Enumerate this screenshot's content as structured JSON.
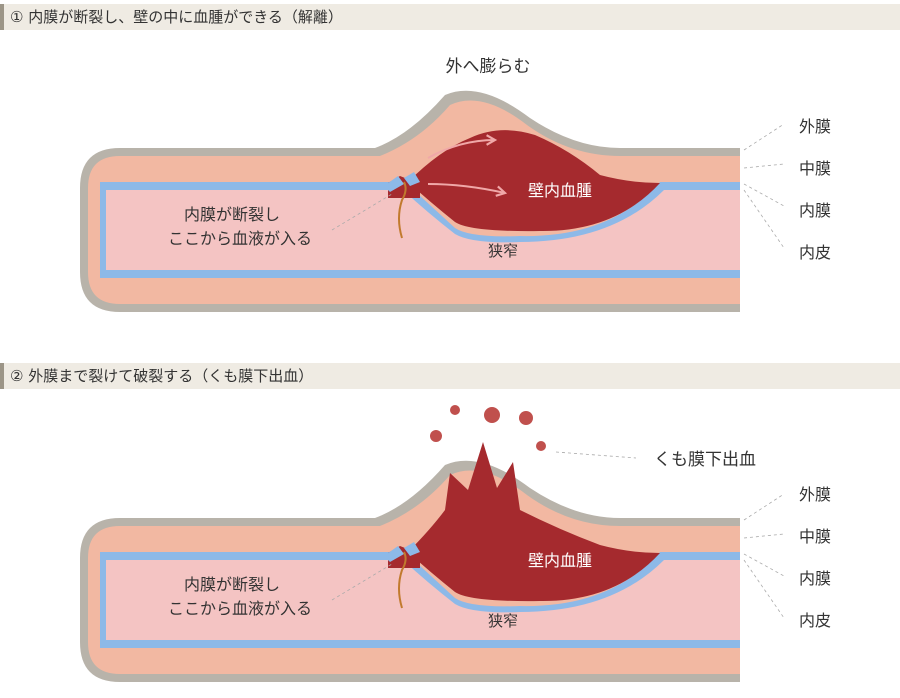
{
  "sections": [
    {
      "header": "① 内膜が断裂し、壁の中に血腫ができる（解離）",
      "bulge_label": "外へ膨らむ",
      "hematoma_label": "壁内血腫",
      "tear_label_line1": "内膜が断裂し",
      "tear_label_line2": "ここから血液が入る",
      "narrowing_label": "狭窄",
      "layer_labels": [
        "外膜",
        "中膜",
        "内膜",
        "内皮"
      ]
    },
    {
      "header": "② 外膜まで裂けて破裂する（くも膜下出血）",
      "rupture_label": "くも膜下出血",
      "hematoma_label": "壁内血腫",
      "tear_label_line1": "内膜が断裂し",
      "tear_label_line2": "ここから血液が入る",
      "narrowing_label": "狭窄",
      "layer_labels": [
        "外膜",
        "中膜",
        "内膜",
        "内皮"
      ]
    }
  ],
  "colors": {
    "adventitia": "#b8b3aa",
    "media": "#f2b8a2",
    "lumen": "#f4c4c3",
    "intima": "#8db9e8",
    "blood": "#a52a2e",
    "arrow": "#f0a8a8",
    "header_bg": "#efebe3"
  }
}
